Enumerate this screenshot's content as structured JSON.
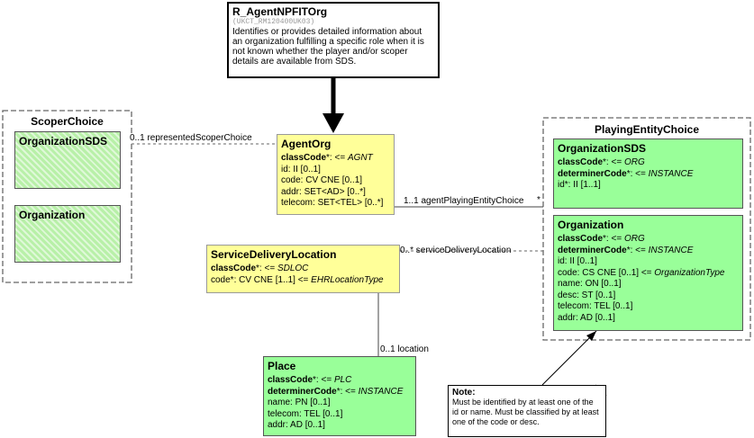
{
  "title_box": {
    "name": "R_AgentNPFITOrg",
    "code": "(UKCT_RM120400UK03)",
    "description": "Identifies or provides detailed information about an organization fulfilling a specific role when it is not known whether the player and/or scoper details are available from SDS."
  },
  "scoper_choice": {
    "title": "ScoperChoice",
    "classes": [
      "OrganizationSDS",
      "Organization"
    ]
  },
  "agent_org": {
    "name": "AgentOrg",
    "attrs": [
      {
        "b": "classCode",
        "r": "*: <= ",
        "i": "AGNT"
      },
      {
        "b": "",
        "r": "id: II [0..1]",
        "i": ""
      },
      {
        "b": "",
        "r": "code: CV CNE [0..1]",
        "i": ""
      },
      {
        "b": "",
        "r": "addr: SET<AD> [0..*]",
        "i": ""
      },
      {
        "b": "",
        "r": "telecom: SET<TEL> [0..*]",
        "i": ""
      }
    ]
  },
  "sdl": {
    "name": "ServiceDeliveryLocation",
    "attrs": [
      {
        "b": "classCode",
        "r": "*: <= ",
        "i": "SDLOC"
      },
      {
        "b": "",
        "r": "code*: CV CNE [1..1] <= ",
        "i": "EHRLocationType"
      }
    ]
  },
  "place": {
    "name": "Place",
    "attrs": [
      {
        "b": "classCode",
        "r": "*: <= ",
        "i": "PLC"
      },
      {
        "b": "determinerCode",
        "r": "*: <= ",
        "i": "INSTANCE"
      },
      {
        "b": "",
        "r": "name: PN [0..1]",
        "i": ""
      },
      {
        "b": "",
        "r": "telecom: TEL [0..1]",
        "i": ""
      },
      {
        "b": "",
        "r": "addr: AD [0..1]",
        "i": ""
      }
    ]
  },
  "playing_choice": {
    "title": "PlayingEntityChoice"
  },
  "pe_sds": {
    "name": "OrganizationSDS",
    "attrs": [
      {
        "b": "classCode",
        "r": "*: <= ",
        "i": "ORG"
      },
      {
        "b": "determinerCode",
        "r": "*: <= ",
        "i": "INSTANCE"
      },
      {
        "b": "",
        "r": "id*: II [1..1]",
        "i": ""
      }
    ]
  },
  "pe_org": {
    "name": "Organization",
    "attrs": [
      {
        "b": "classCode",
        "r": "*: <= ",
        "i": "ORG"
      },
      {
        "b": "determinerCode",
        "r": "*: <= ",
        "i": "INSTANCE"
      },
      {
        "b": "",
        "r": "id: II [0..1]",
        "i": ""
      },
      {
        "b": "",
        "r": "code: CS CNE [0..1] <= ",
        "i": "OrganizationType"
      },
      {
        "b": "",
        "r": "name: ON [0..1]",
        "i": ""
      },
      {
        "b": "",
        "r": "desc: ST [0..1]",
        "i": ""
      },
      {
        "b": "",
        "r": "telecom: TEL [0..1]",
        "i": ""
      },
      {
        "b": "",
        "r": "addr: AD [0..1]",
        "i": ""
      }
    ]
  },
  "labels": {
    "scoper": "0..1 representedScoperChoice",
    "playing": "1..1 agentPlayingEntityChoice",
    "playing_mult": "*",
    "sdl_assoc": "0..* serviceDeliveryLocation",
    "location": "0..1 location"
  },
  "note": {
    "title": "Note:",
    "body": "Must be identified by at least one of the id or name.  Must be classified by at least one of the code or desc."
  }
}
